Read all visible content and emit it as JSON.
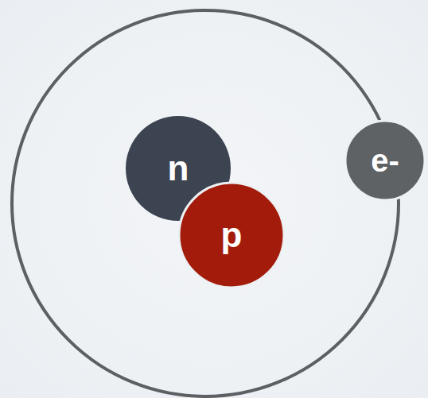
{
  "diagram": {
    "nodes": [
      {
        "text": [
          "n"
        ]
      },
      {
        "text": [
          "p"
        ]
      },
      {
        "text": [
          "e-"
        ]
      }
    ]
  }
}
